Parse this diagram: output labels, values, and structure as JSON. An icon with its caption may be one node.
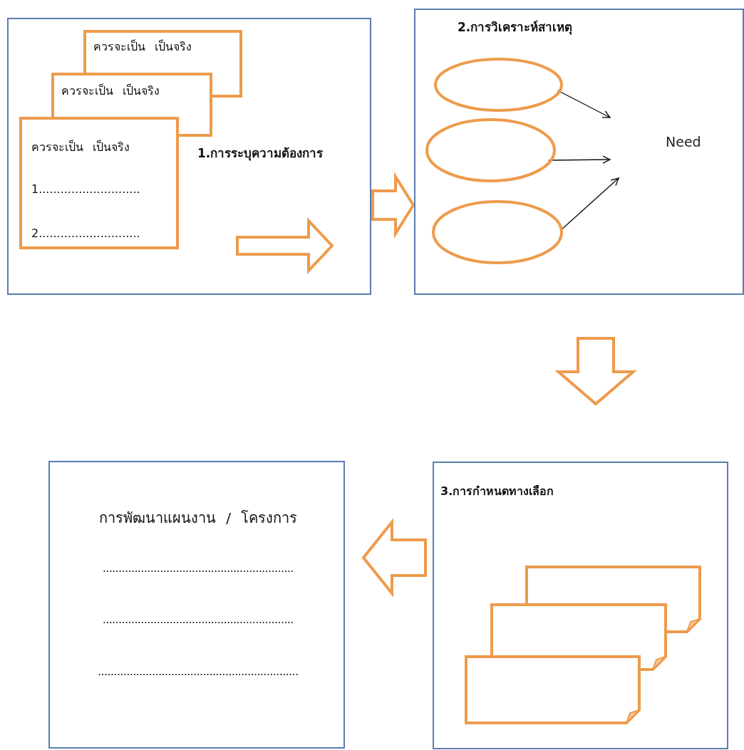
{
  "diagram": {
    "nodes": [
      {
        "text": [
          "1.การระบุความต้องการ"
        ]
      },
      {
        "text": [
          "ควรจะเป็น เป็นจริง"
        ],
        "in": 0
      },
      {
        "text": [
          "ควรจะเป็น เป็นจริง"
        ],
        "in": 0
      },
      {
        "text": [
          "ควรจะเป็น เป็นจริง",
          "1............................",
          "2............................"
        ],
        "in": 0
      },
      {
        "text": [
          "2.การวิเคราะห์สาเหตุ"
        ]
      },
      {
        "text": [],
        "shape": "ellipse",
        "in": 4
      },
      {
        "text": [],
        "shape": "ellipse",
        "in": 4
      },
      {
        "text": [],
        "shape": "ellipse",
        "in": 4
      },
      {
        "text": [
          "Need"
        ],
        "in": 4
      },
      {
        "text": [
          "3.การกำหนดทางเลือก"
        ]
      },
      {
        "text": [],
        "shape": "box",
        "in": 9
      },
      {
        "text": [],
        "shape": "box",
        "in": 9
      },
      {
        "text": [],
        "shape": "box",
        "in": 9
      },
      {
        "text": [
          "การพัฒนาแผนงาน / โครงการ",
          "............................................................",
          "............................................................",
          "..............................................................."
        ]
      }
    ],
    "edges": [
      {
        "from": 0,
        "to": 4,
        "arrow": "to",
        "style": "thick",
        "color": "#ee9b4b"
      },
      {
        "from": 5,
        "to": 8,
        "arrow": "to"
      },
      {
        "from": 6,
        "to": 8,
        "arrow": "to"
      },
      {
        "from": 7,
        "to": 8,
        "arrow": "to"
      },
      {
        "from": 4,
        "to": 9,
        "arrow": "to",
        "style": "thick",
        "color": "#ee9b4b"
      },
      {
        "from": 9,
        "to": 13,
        "arrow": "to",
        "style": "thick",
        "color": "#ee9b4b"
      }
    ]
  }
}
